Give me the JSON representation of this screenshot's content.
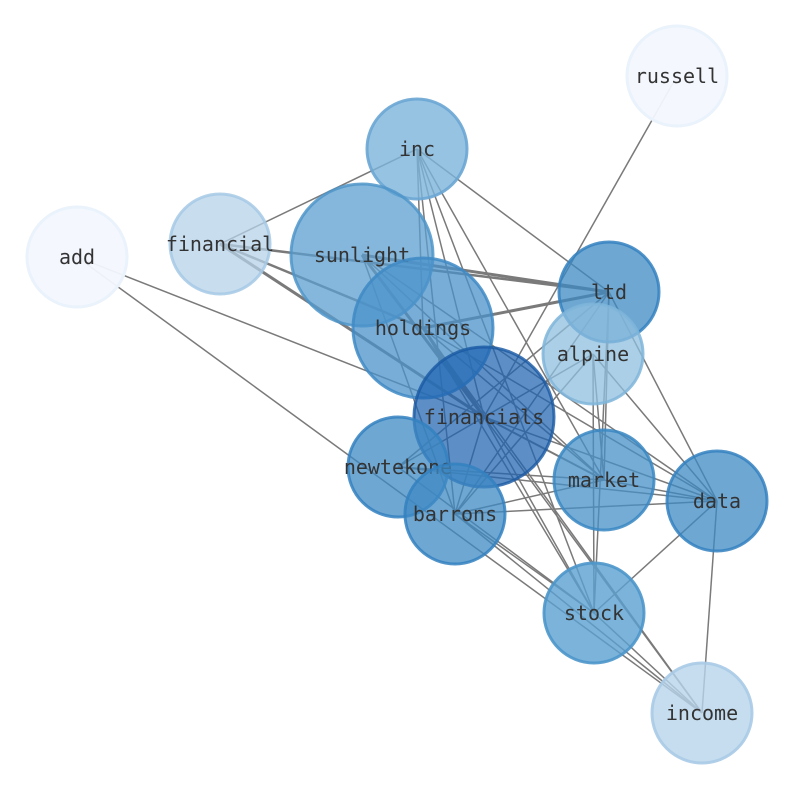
{
  "graph": {
    "nodes": [
      {
        "id": "russell",
        "label": "russell",
        "fill": "#f3f8fe",
        "stroke": "#eaf2fb",
        "opacity": 0.95
      },
      {
        "id": "inc",
        "label": "inc",
        "fill": "#7db4dc",
        "stroke": "#6aa6d3",
        "opacity": 0.8
      },
      {
        "id": "add",
        "label": "add",
        "fill": "#f3f8fe",
        "stroke": "#eaf2fb",
        "opacity": 0.95
      },
      {
        "id": "financial",
        "label": "financial",
        "fill": "#b5d3ea",
        "stroke": "#a6c9e5",
        "opacity": 0.75
      },
      {
        "id": "sunlight",
        "label": "sunlight",
        "fill": "#5c9fd0",
        "stroke": "#4f95c9",
        "opacity": 0.75
      },
      {
        "id": "ltd",
        "label": "ltd",
        "fill": "#3f89c4",
        "stroke": "#3481c0",
        "opacity": 0.75
      },
      {
        "id": "holdings",
        "label": "holdings",
        "fill": "#4a91c9",
        "stroke": "#3f89c4",
        "opacity": 0.75
      },
      {
        "id": "alpine",
        "label": "alpine",
        "fill": "#8fbfdf",
        "stroke": "#7fb5d9",
        "opacity": 0.75
      },
      {
        "id": "financials",
        "label": "financials",
        "fill": "#1f63b0",
        "stroke": "#1b5aa3",
        "opacity": 0.72
      },
      {
        "id": "newtekone",
        "label": "newtekone",
        "fill": "#3f89c4",
        "stroke": "#3481c0",
        "opacity": 0.75
      },
      {
        "id": "market",
        "label": "market",
        "fill": "#4590c8",
        "stroke": "#3a87c2",
        "opacity": 0.75
      },
      {
        "id": "data",
        "label": "data",
        "fill": "#3f89c4",
        "stroke": "#3481c0",
        "opacity": 0.75
      },
      {
        "id": "barrons",
        "label": "barrons",
        "fill": "#3f89c4",
        "stroke": "#3481c0",
        "opacity": 0.75
      },
      {
        "id": "stock",
        "label": "stock",
        "fill": "#5aa0d1",
        "stroke": "#4d96ca",
        "opacity": 0.8
      },
      {
        "id": "income",
        "label": "income",
        "fill": "#b7d4ea",
        "stroke": "#a8cae6",
        "opacity": 0.8
      }
    ],
    "edges": [
      {
        "source": "russell",
        "target": "financials",
        "weight": 1.5
      },
      {
        "source": "inc",
        "target": "financial",
        "weight": 1.5
      },
      {
        "source": "inc",
        "target": "ltd",
        "weight": 1.5
      },
      {
        "source": "inc",
        "target": "holdings",
        "weight": 1.5
      },
      {
        "source": "inc",
        "target": "financials",
        "weight": 1.5
      },
      {
        "source": "inc",
        "target": "barrons",
        "weight": 1.5
      },
      {
        "source": "inc",
        "target": "market",
        "weight": 1.5
      },
      {
        "source": "inc",
        "target": "stock",
        "weight": 1.5
      },
      {
        "source": "add",
        "target": "financials",
        "weight": 1.5
      },
      {
        "source": "add",
        "target": "income",
        "weight": 1.5
      },
      {
        "source": "financial",
        "target": "ltd",
        "weight": 2.5
      },
      {
        "source": "financial",
        "target": "financials",
        "weight": 3
      },
      {
        "source": "financial",
        "target": "holdings",
        "weight": 2.5
      },
      {
        "source": "sunlight",
        "target": "ltd",
        "weight": 3
      },
      {
        "source": "sunlight",
        "target": "financials",
        "weight": 3
      },
      {
        "source": "sunlight",
        "target": "barrons",
        "weight": 1.5
      },
      {
        "source": "sunlight",
        "target": "market",
        "weight": 1.5
      },
      {
        "source": "sunlight",
        "target": "data",
        "weight": 1.5
      },
      {
        "source": "holdings",
        "target": "ltd",
        "weight": 3
      },
      {
        "source": "holdings",
        "target": "financials",
        "weight": 3
      },
      {
        "source": "holdings",
        "target": "market",
        "weight": 1.5
      },
      {
        "source": "holdings",
        "target": "data",
        "weight": 1.5
      },
      {
        "source": "holdings",
        "target": "income",
        "weight": 1.5
      },
      {
        "source": "holdings",
        "target": "stock",
        "weight": 1.5
      },
      {
        "source": "ltd",
        "target": "newtekone",
        "weight": 1.5
      },
      {
        "source": "ltd",
        "target": "barrons",
        "weight": 1.5
      },
      {
        "source": "ltd",
        "target": "market",
        "weight": 1.5
      },
      {
        "source": "ltd",
        "target": "data",
        "weight": 1.5
      },
      {
        "source": "ltd",
        "target": "stock",
        "weight": 1.5
      },
      {
        "source": "alpine",
        "target": "newtekone",
        "weight": 1.5
      },
      {
        "source": "alpine",
        "target": "market",
        "weight": 1.5
      },
      {
        "source": "alpine",
        "target": "data",
        "weight": 1.5
      },
      {
        "source": "alpine",
        "target": "stock",
        "weight": 1.5
      },
      {
        "source": "alpine",
        "target": "barrons",
        "weight": 1.5
      },
      {
        "source": "financials",
        "target": "market",
        "weight": 2
      },
      {
        "source": "financials",
        "target": "data",
        "weight": 1.5
      },
      {
        "source": "financials",
        "target": "stock",
        "weight": 1.5
      },
      {
        "source": "financials",
        "target": "income",
        "weight": 1.5
      },
      {
        "source": "financials",
        "target": "barrons",
        "weight": 1.5
      },
      {
        "source": "newtekone",
        "target": "data",
        "weight": 1.5
      },
      {
        "source": "newtekone",
        "target": "stock",
        "weight": 1.5
      },
      {
        "source": "newtekone",
        "target": "market",
        "weight": 1.5
      },
      {
        "source": "barrons",
        "target": "market",
        "weight": 1.5
      },
      {
        "source": "barrons",
        "target": "data",
        "weight": 1.5
      },
      {
        "source": "barrons",
        "target": "stock",
        "weight": 1.5
      },
      {
        "source": "barrons",
        "target": "income",
        "weight": 1.5
      },
      {
        "source": "market",
        "target": "data",
        "weight": 1.5
      },
      {
        "source": "stock",
        "target": "data",
        "weight": 1.5
      },
      {
        "source": "income",
        "target": "data",
        "weight": 1.5
      },
      {
        "source": "stock",
        "target": "income",
        "weight": 1.5
      }
    ]
  }
}
